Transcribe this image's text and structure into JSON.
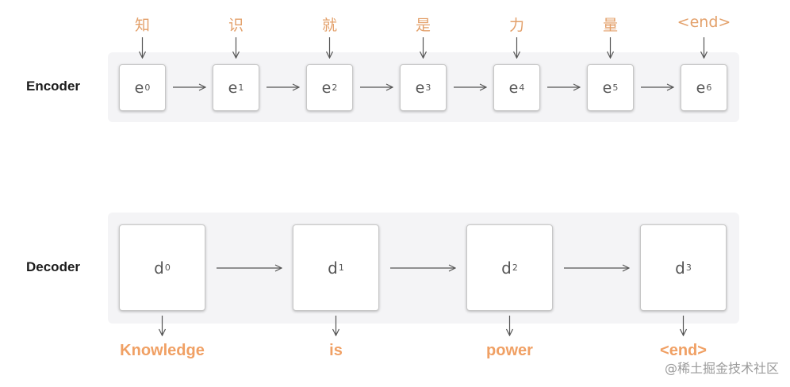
{
  "encoder": {
    "label": "Encoder",
    "inputs": [
      "知",
      "识",
      "就",
      "是",
      "力",
      "量",
      "<end>"
    ],
    "nodes": [
      {
        "base": "e",
        "sub": "0"
      },
      {
        "base": "e",
        "sub": "1"
      },
      {
        "base": "e",
        "sub": "2"
      },
      {
        "base": "e",
        "sub": "3"
      },
      {
        "base": "e",
        "sub": "4"
      },
      {
        "base": "e",
        "sub": "5"
      },
      {
        "base": "e",
        "sub": "6"
      }
    ]
  },
  "decoder": {
    "label": "Decoder",
    "nodes": [
      {
        "base": "d",
        "sub": "0"
      },
      {
        "base": "d",
        "sub": "1"
      },
      {
        "base": "d",
        "sub": "2"
      },
      {
        "base": "d",
        "sub": "3"
      }
    ],
    "outputs": [
      "Knowledge",
      "is",
      "power",
      "<end>"
    ]
  },
  "colors": {
    "input_token": "#e3a06a",
    "output_token": "#f0a064",
    "arrow": "#555555"
  },
  "watermark": "@稀土掘金技术社区"
}
